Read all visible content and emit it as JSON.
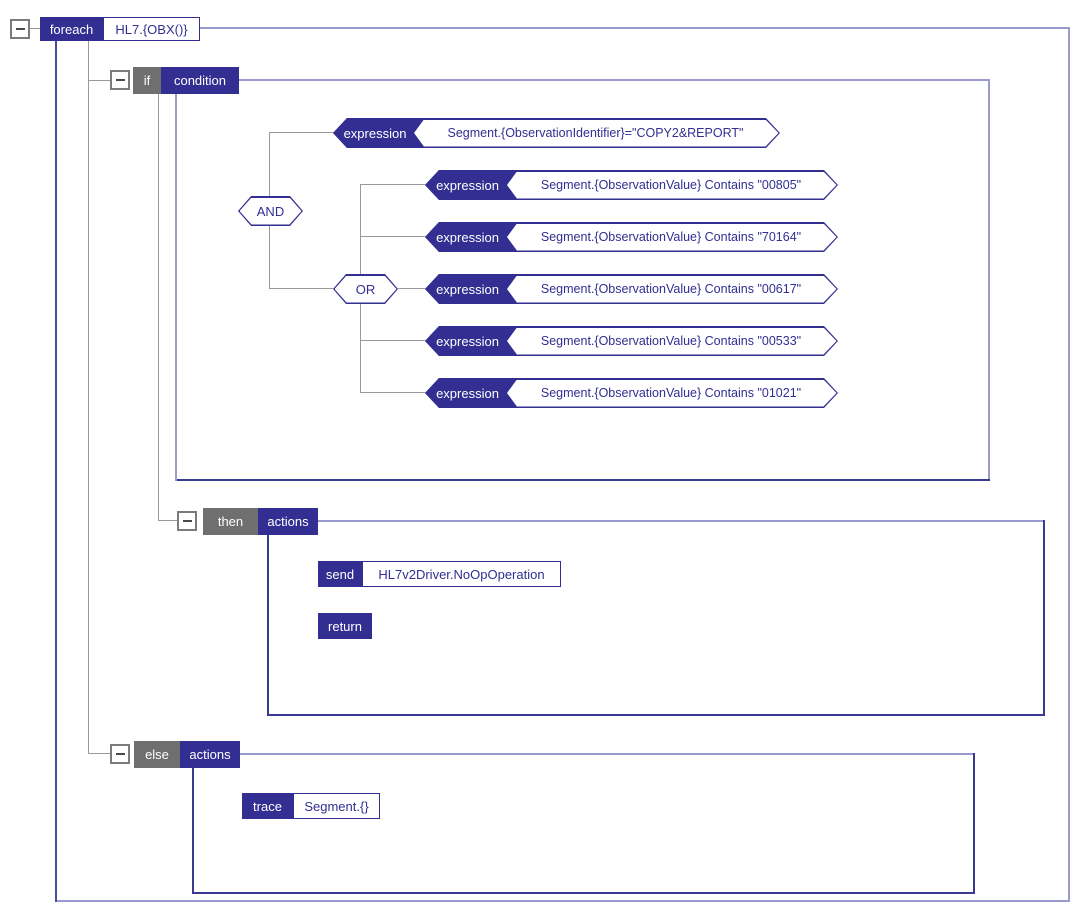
{
  "colors": {
    "block_navy": "#322e92",
    "block_gray": "#6f6f6f",
    "scope_line_light": "#9a9ace",
    "scope_line_dark": "#3a3a92",
    "tree_line_gray": "#9a9a9a",
    "value_text": "#322e92"
  },
  "foreach": {
    "keyword": "foreach",
    "value": "HL7.{OBX()}"
  },
  "if_block": {
    "keyword": "if",
    "label": "condition"
  },
  "condition": {
    "and_label": "AND",
    "or_label": "OR",
    "expressions": [
      {
        "label": "expression",
        "value": "Segment.{ObservationIdentifier}=\"COPY2&REPORT\""
      },
      {
        "label": "expression",
        "value": "Segment.{ObservationValue} Contains \"00805\""
      },
      {
        "label": "expression",
        "value": "Segment.{ObservationValue} Contains \"70164\""
      },
      {
        "label": "expression",
        "value": "Segment.{ObservationValue} Contains \"00617\""
      },
      {
        "label": "expression",
        "value": "Segment.{ObservationValue} Contains \"00533\""
      },
      {
        "label": "expression",
        "value": "Segment.{ObservationValue} Contains \"01021\""
      }
    ]
  },
  "then_block": {
    "keyword": "then",
    "label": "actions",
    "send": {
      "keyword": "send",
      "value": "HL7v2Driver.NoOpOperation"
    },
    "return": {
      "keyword": "return"
    }
  },
  "else_block": {
    "keyword": "else",
    "label": "actions",
    "trace": {
      "keyword": "trace",
      "value": "Segment.{}"
    }
  }
}
